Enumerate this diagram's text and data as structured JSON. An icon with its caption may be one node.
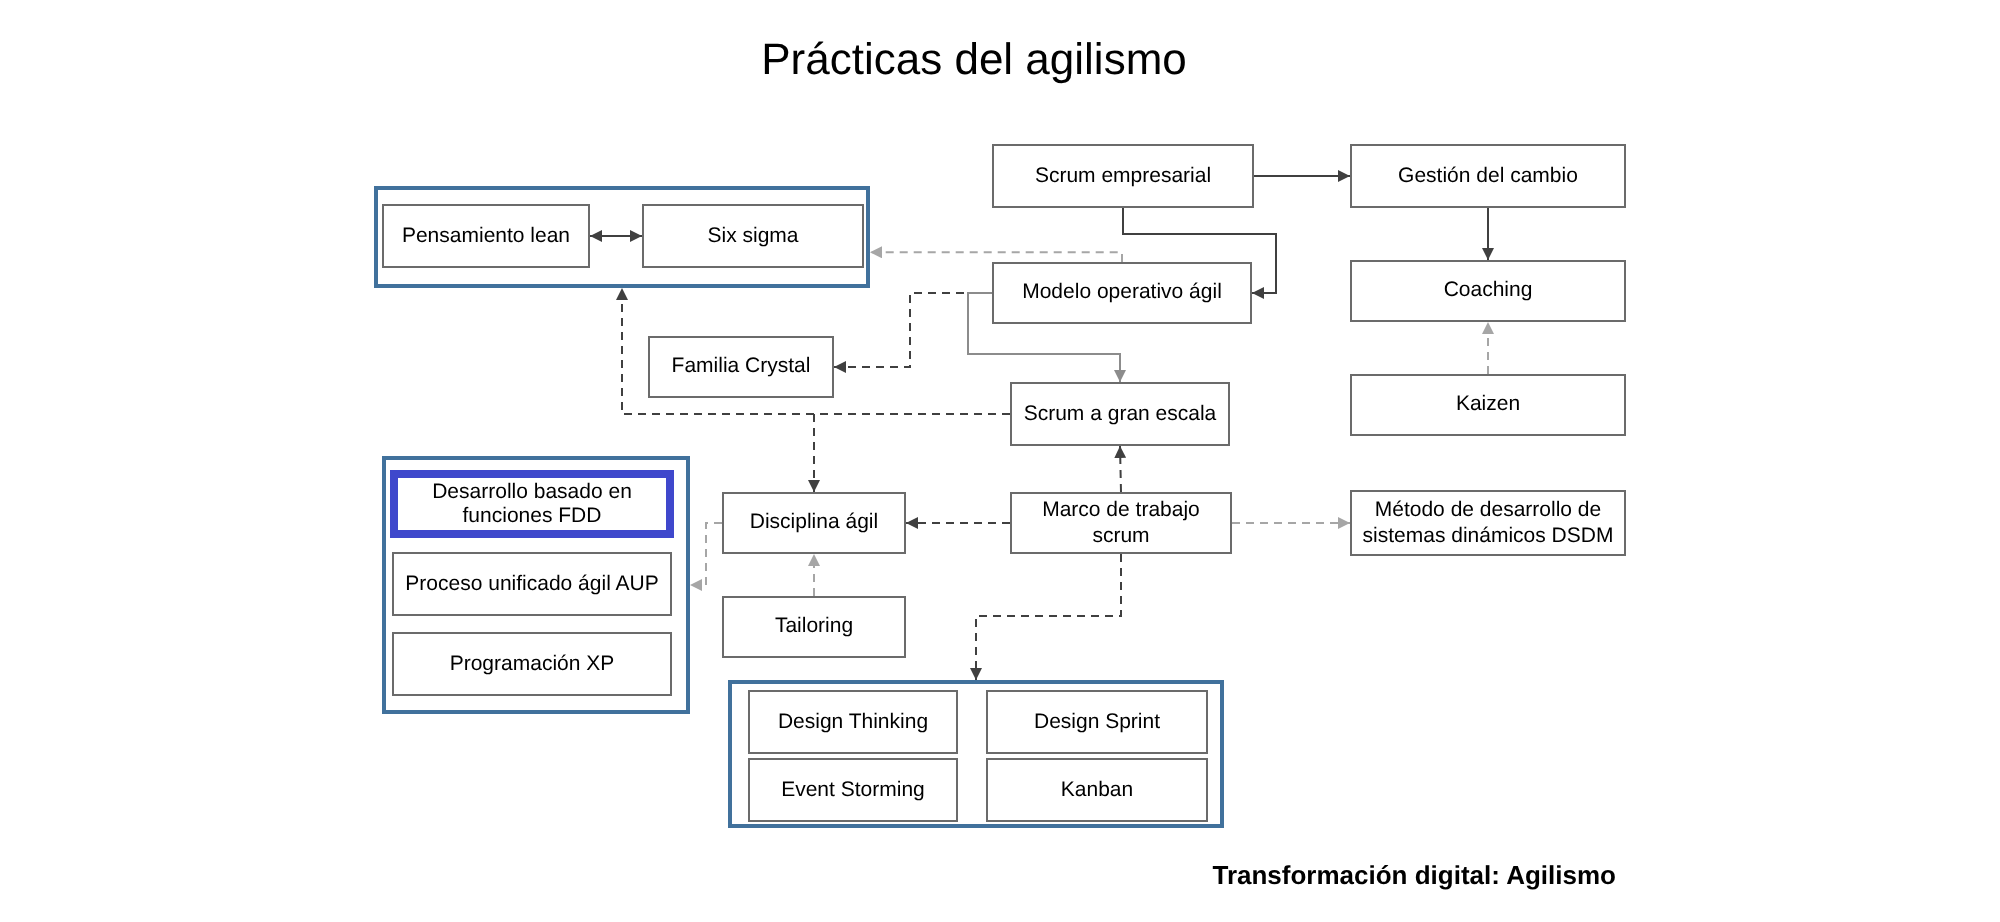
{
  "diagram": {
    "title": "Prácticas del agilismo",
    "caption": "Transformación digital: Agilismo",
    "nodes": [
      {
        "text": [],
        "shape": "box"
      },
      {
        "text": [
          "Pensamiento lean"
        ],
        "in": 0
      },
      {
        "text": [
          "Six sigma"
        ],
        "in": 0
      },
      {
        "text": [
          "Scrum empresarial"
        ]
      },
      {
        "text": [
          "Gestión del cambio"
        ]
      },
      {
        "text": [
          "Modelo operativo ágil"
        ]
      },
      {
        "text": [
          "Coaching"
        ]
      },
      {
        "text": [
          "Familia Crystal"
        ]
      },
      {
        "text": [
          "Scrum a gran escala"
        ]
      },
      {
        "text": [
          "Kaizen"
        ]
      },
      {
        "text": [],
        "shape": "box"
      },
      {
        "text": [
          "Desarrollo basado en funciones FDD"
        ],
        "in": 10
      },
      {
        "text": [
          "Proceso unificado ágil AUP"
        ],
        "in": 10
      },
      {
        "text": [
          "Programación XP"
        ],
        "in": 10
      },
      {
        "text": [
          "Disciplina ágil"
        ]
      },
      {
        "text": [
          "Marco de trabajo scrum"
        ]
      },
      {
        "text": [
          "Método de desarrollo de sistemas dinámicos DSDM"
        ]
      },
      {
        "text": [
          "Tailoring"
        ]
      },
      {
        "text": [],
        "shape": "box"
      },
      {
        "text": [
          "Design Thinking"
        ],
        "in": 18
      },
      {
        "text": [
          "Design Sprint"
        ],
        "in": 18
      },
      {
        "text": [
          "Event Storming"
        ],
        "in": 18
      },
      {
        "text": [
          "Kanban"
        ],
        "in": 18
      }
    ],
    "edges": [
      {
        "from": 1,
        "to": 2,
        "arrow": "both"
      },
      {
        "from": 5,
        "to": 0,
        "arrow": "to",
        "style": "dashed",
        "color": "#a6a6a6"
      },
      {
        "from": 3,
        "to": 4,
        "arrow": "to"
      },
      {
        "from": 3,
        "to": 5,
        "arrow": "to"
      },
      {
        "from": 4,
        "to": 6,
        "arrow": "to"
      },
      {
        "from": 9,
        "to": 6,
        "arrow": "to",
        "style": "dashed",
        "color": "#a6a6a6"
      },
      {
        "from": 5,
        "to": 7,
        "arrow": "to",
        "style": "dashed"
      },
      {
        "from": 5,
        "to": 8,
        "arrow": "to",
        "color": "#8c8c8c"
      },
      {
        "from": 8,
        "to": 0,
        "arrow": "to",
        "style": "dashed"
      },
      {
        "from": 8,
        "to": 14,
        "arrow": "to",
        "style": "dashed"
      },
      {
        "from": 15,
        "to": 8,
        "arrow": "to",
        "style": "dashed"
      },
      {
        "from": 15,
        "to": 14,
        "arrow": "to",
        "style": "dashed"
      },
      {
        "from": 15,
        "to": 16,
        "arrow": "to",
        "style": "dashed",
        "color": "#a6a6a6"
      },
      {
        "from": 15,
        "to": 18,
        "arrow": "to",
        "style": "dashed"
      },
      {
        "from": 14,
        "to": 10,
        "arrow": "to",
        "style": "dashed",
        "color": "#a6a6a6"
      },
      {
        "from": 17,
        "to": 14,
        "arrow": "to",
        "style": "dashed",
        "color": "#a6a6a6"
      }
    ]
  }
}
